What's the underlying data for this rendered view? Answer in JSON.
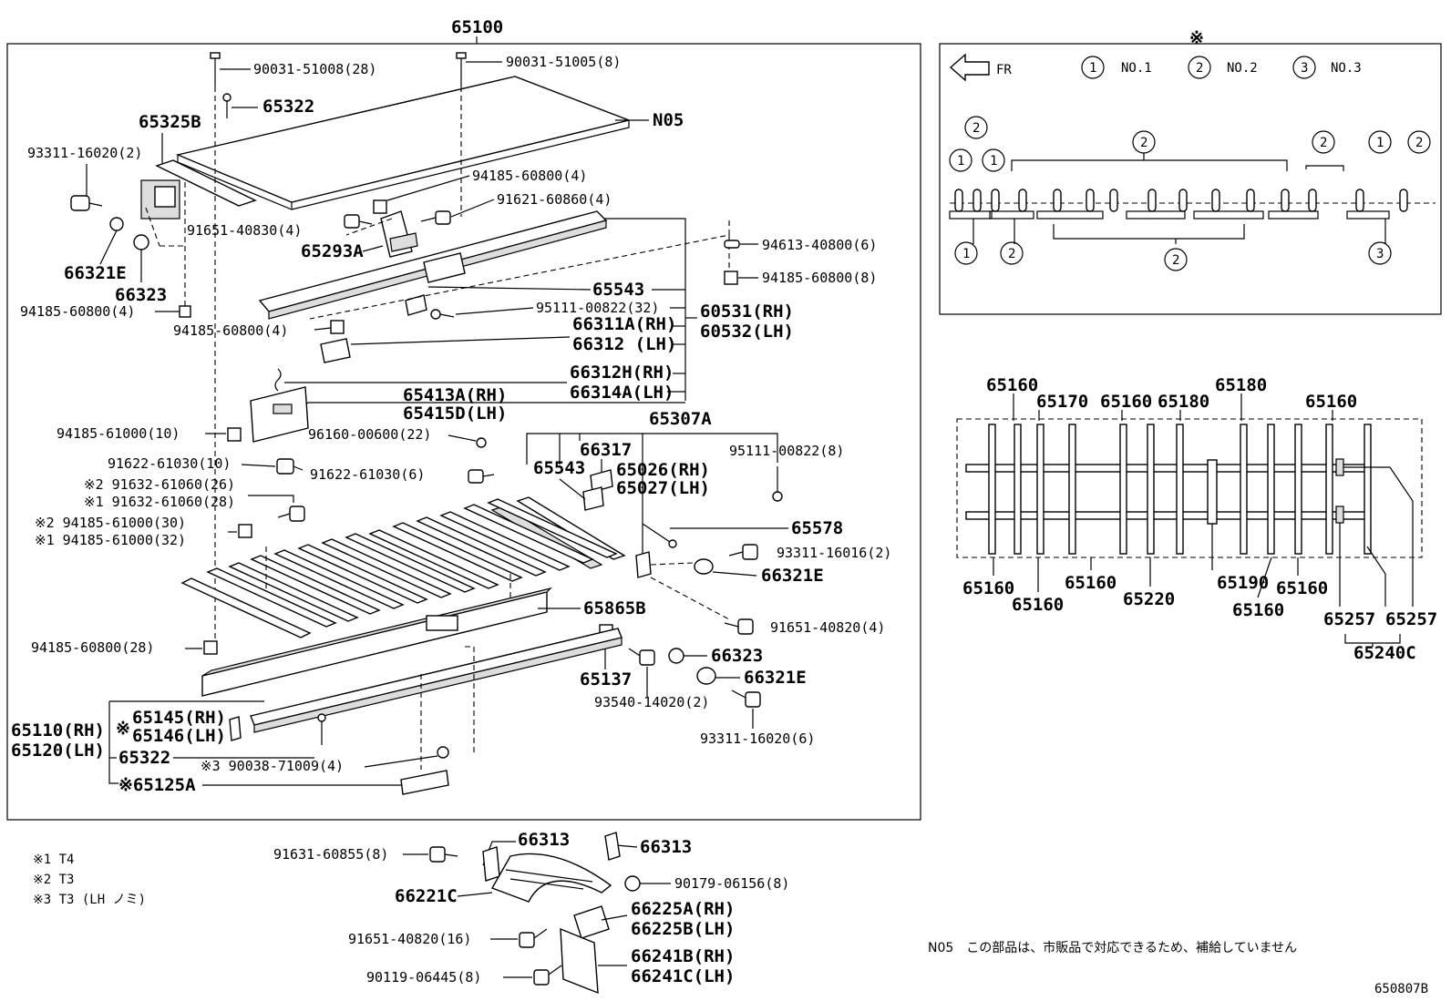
{
  "main": {
    "assembly": "65100",
    "labels": {
      "bolt_a": "90031-51008(28)",
      "bolt_b": "90031-51005(8)",
      "screw_top": "65322",
      "n05": "N05",
      "p65325b": "65325B",
      "p93311_16020_2": "93311-16020(2)",
      "p94185_60800_4a": "94185-60800(4)",
      "p91621": "91621-60860(4)",
      "p91651_40830": "91651-40830(4)",
      "p65293a": "65293A",
      "p66321e_a": "66321E",
      "p66323_a": "66323",
      "p94185_60800_4b": "94185-60800(4)",
      "p94613": "94613-40800(6)",
      "p94185_60800_8": "94185-60800(8)",
      "p65543_a": "65543",
      "p95111_32": "95111-00822(32)",
      "p60531": "60531(RH)",
      "p60532": "60532(LH)",
      "p94185_60800_4c": "94185-60800(4)",
      "p66311a": "66311A(RH)",
      "p66312": "66312 (LH)",
      "p66312h": "66312H(RH)",
      "p66314a": "66314A(LH)",
      "p65413a": "65413A(RH)",
      "p65415d": "65415D(LH)",
      "p94185_61000_10": "94185-61000(10)",
      "p96160": "96160-00600(22)",
      "p65307a": "65307A",
      "p91622_10": "91622-61030(10)",
      "p91622_6": "91622-61030(6)",
      "p66317": "66317",
      "p95111_8": "95111-00822(8)",
      "p65543_b": "65543",
      "p65026": "65026(RH)",
      "p65027": "65027(LH)",
      "p91632_26": "※2 91632-61060(26)",
      "p91632_28": "※1 91632-61060(28)",
      "p94185_61000_30": "※2 94185-61000(30)",
      "p94185_61000_32": "※1 94185-61000(32)",
      "p65578": "65578",
      "p93311_16016": "93311-16016(2)",
      "p66321e_b": "66321E",
      "p65865b": "65865B",
      "p91651_40820_4": "91651-40820(4)",
      "p94185_60800_28": "94185-60800(28)",
      "p65137": "65137",
      "p66323_b": "66323",
      "p66321e_c": "66321E",
      "p93540": "93540-14020(2)",
      "p93311_16020_6": "93311-16020(6)",
      "p65145": "65145(RH)",
      "p65146": "65146(LH)",
      "p65110": "65110(RH)",
      "p65120": "65120(LH)",
      "p65322_b": "65322",
      "p90038": "※3 90038-71009(4)",
      "p65125a": "※65125A",
      "mark_65145": "※"
    }
  },
  "notes": {
    "n1": "※1 T4",
    "n2": "※2 T3",
    "n3": "※3 T3 (LH ノミ)"
  },
  "bottom": {
    "p91631": "91631-60855(8)",
    "p66313_a": "66313",
    "p66313_b": "66313",
    "p66221c": "66221C",
    "p90179": "90179-06156(8)",
    "p66225a": "66225A(RH)",
    "p66225b": "66225B(LH)",
    "p91651_40820_16": "91651-40820(16)",
    "p66241b": "66241B(RH)",
    "p66241c": "66241C(LH)",
    "p90119": "90119-06445(8)"
  },
  "legend": {
    "mark": "※",
    "fr": "FR",
    "no1": "NO.1",
    "no2": "NO.2",
    "no3": "NO.3",
    "c1": "1",
    "c2": "2",
    "c3": "3"
  },
  "layout": {
    "top_labels": [
      "65160",
      "65170",
      "65160",
      "65180",
      "65180",
      "65160"
    ],
    "bottom_labels": [
      "65160",
      "65160",
      "65160",
      "65220",
      "65190",
      "65160",
      "65160",
      "65257",
      "65257"
    ],
    "assembly": "65240C"
  },
  "footer": {
    "note": "N05　この部品は、市販品で対応できるため、補給していません",
    "code": "650807B"
  }
}
